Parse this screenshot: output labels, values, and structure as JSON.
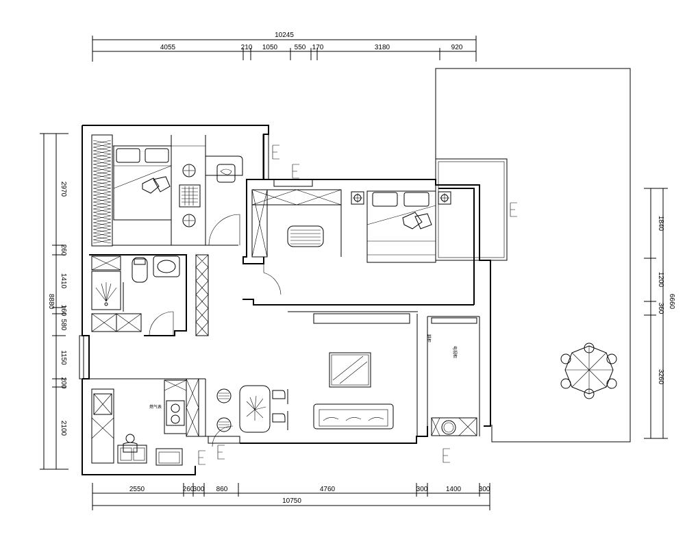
{
  "dimensions": {
    "top_total": "10245",
    "top_segments": [
      "4055",
      "210",
      "1050",
      "550",
      "170",
      "3180",
      "920"
    ],
    "bottom_total": "10750",
    "bottom_segments": [
      "2550",
      "260",
      "300",
      "860",
      "4760",
      "300",
      "1400",
      "300"
    ],
    "left_total": "8880",
    "left_segments": [
      "2970",
      "260",
      "1410",
      "160",
      "580",
      "1150",
      "200",
      "2100"
    ],
    "right_total": "6660",
    "right_segments": [
      "1840",
      "1200",
      "360",
      "3260"
    ]
  },
  "annotations": {
    "kitchen_label": "燃气表",
    "living_label": "电视柜",
    "hall_label": "鞋柜"
  }
}
